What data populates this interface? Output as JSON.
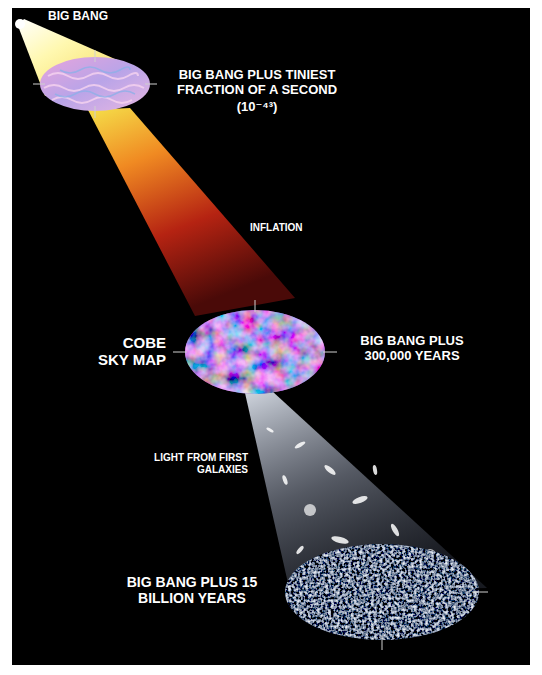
{
  "diagram": {
    "labels": [
      "BIG BANG",
      "BIG BANG PLUS TINIEST FRACTION OF A SECOND",
      "(10⁻⁴³)",
      "INFLATION",
      "COBE SKY MAP",
      "BIG BANG PLUS 300,000 YEARS",
      "LIGHT FROM FIRST GALAXIES",
      "BIG BANG PLUS 15 BILLION YEARS"
    ]
  }
}
